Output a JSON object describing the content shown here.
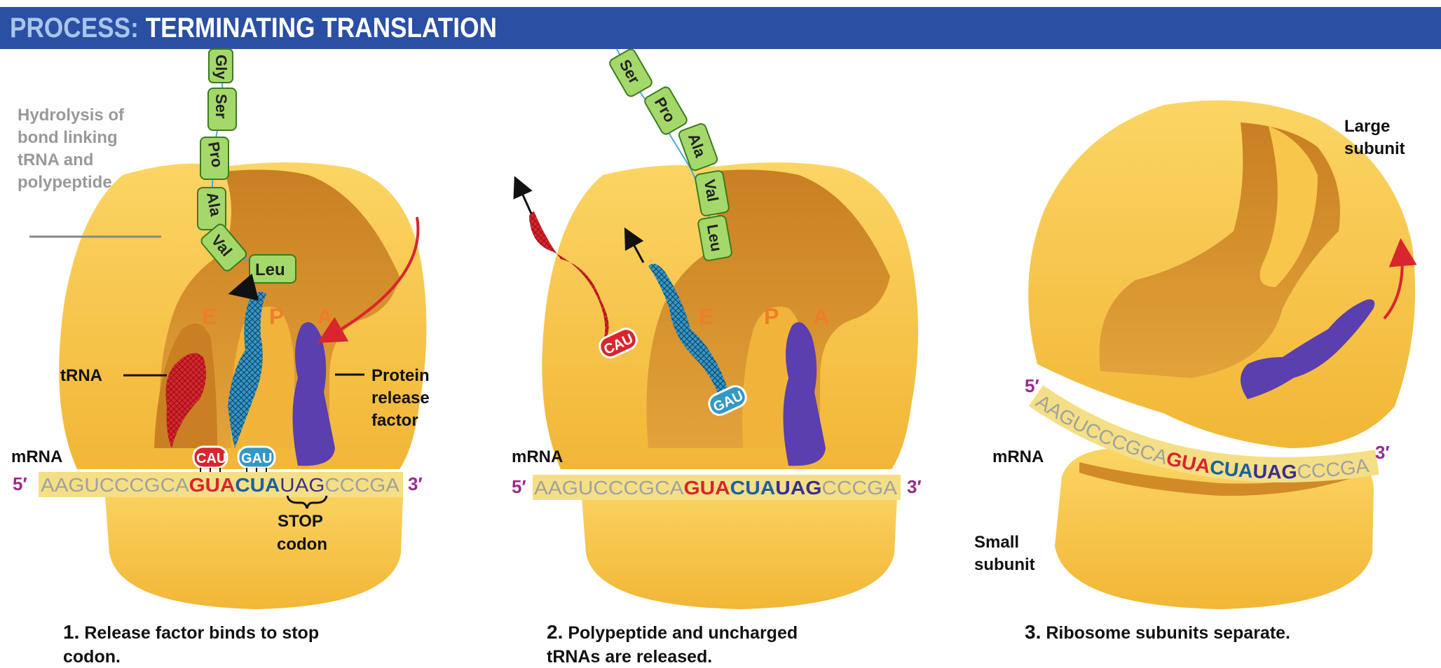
{
  "banner": {
    "prefix": "PROCESS:",
    "title": "TERMINATING TRANSLATION"
  },
  "colors": {
    "banner": "#2a4fa3",
    "ribosome": "#f7c64a",
    "ribosome_dark": "#d8922c",
    "trna_red": "#d9252d",
    "trna_blue": "#3398c4",
    "release_factor": "#5b3fae",
    "stop_codon": "#3a2f8e",
    "mrna_strip": "#f4df86",
    "amino_acid": "#a5d86a"
  },
  "amino_acids": {
    "gly": "Gly",
    "ser": "Ser",
    "pro": "Pro",
    "ala": "Ala",
    "val": "Val",
    "leu": "Leu"
  },
  "sites": {
    "e": "E",
    "p": "P",
    "a": "A"
  },
  "mrna": {
    "label": "mRNA",
    "five": "5′",
    "three": "3′",
    "lead": "AAGUCCCGCA",
    "c1": "GUA",
    "c2": "CUA",
    "c3": "UAG",
    "tail": "CCCGA"
  },
  "anticodons": {
    "red": "CAU",
    "blue": "GAU"
  },
  "panel1": {
    "hydrolysis": [
      "Hydrolysis of",
      "bond linking",
      "tRNA and",
      "polypeptide"
    ],
    "trna_label": "tRNA",
    "rf_label": [
      "Protein",
      "release",
      "factor"
    ],
    "stop_label": [
      "STOP",
      "codon"
    ],
    "caption_num": "1.",
    "caption": [
      "Release factor binds to stop",
      "codon."
    ]
  },
  "panel2": {
    "caption_num": "2.",
    "caption": [
      "Polypeptide and uncharged",
      "tRNAs are released."
    ]
  },
  "panel3": {
    "large_label": [
      "Large",
      "subunit"
    ],
    "small_label": [
      "Small",
      "subunit"
    ],
    "caption_num": "3.",
    "caption": [
      "Ribosome subunits separate."
    ]
  }
}
